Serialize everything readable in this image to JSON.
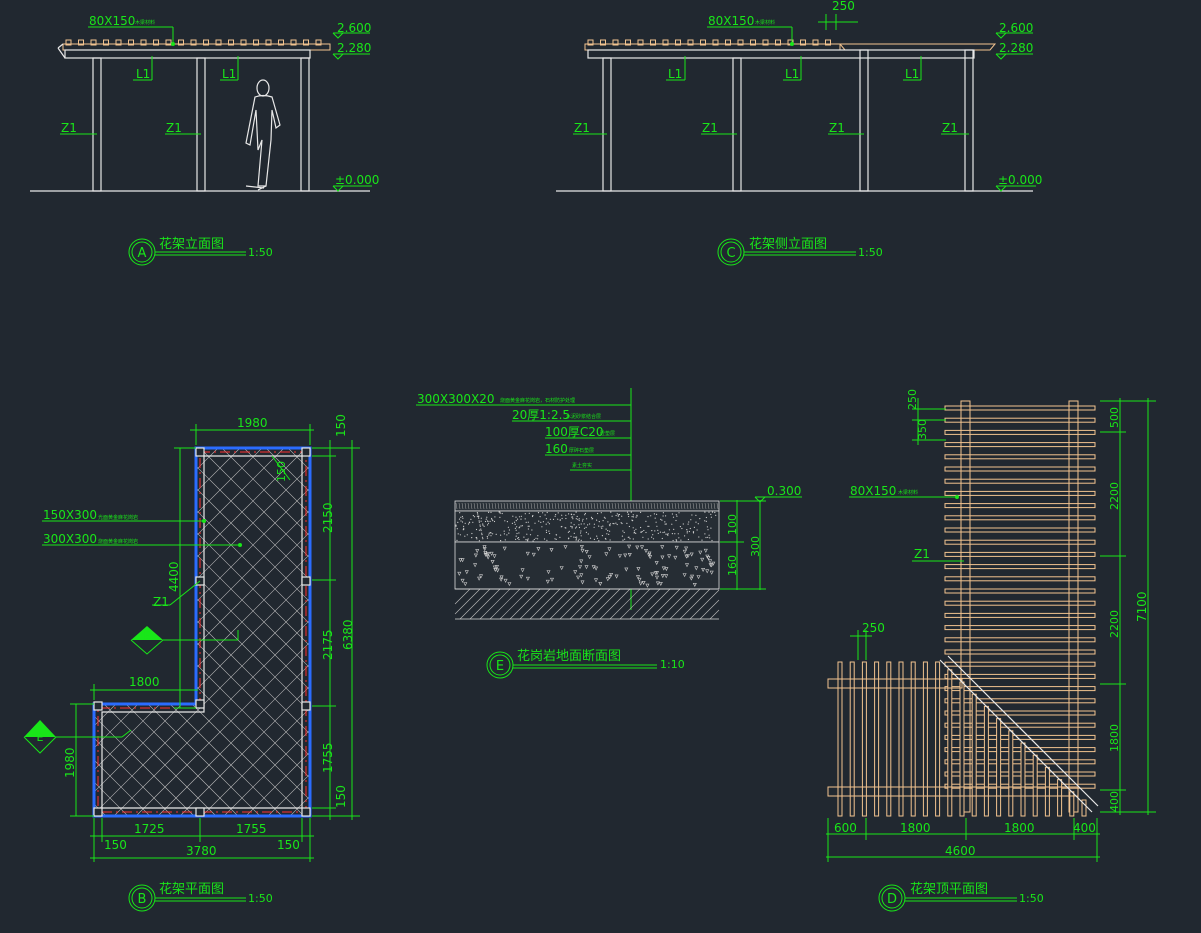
{
  "titles": {
    "A": {
      "label": "A",
      "name": "花架立面图",
      "scale": "1:50"
    },
    "C": {
      "label": "C",
      "name": "花架侧立面图",
      "scale": "1:50"
    },
    "B": {
      "label": "B",
      "name": "花架平面图",
      "scale": "1:50"
    },
    "E": {
      "label": "E",
      "name": "花岗岩地面断面图",
      "scale": "1:10"
    },
    "D": {
      "label": "D",
      "name": "花架顶平面图",
      "scale": "1:50"
    }
  },
  "elevA": {
    "beam_note": "80X150",
    "beam_note_cn": "木梁材料",
    "lv1": "2.600",
    "lv2": "2.280",
    "lv0": "±0.000",
    "L1a": "L1",
    "L1b": "L1",
    "Z1a": "Z1",
    "Z1b": "Z1"
  },
  "elevC": {
    "beam_note": "80X150",
    "beam_note_cn": "木梁材料",
    "dim_250": "250",
    "lv1": "2.600",
    "lv2": "2.280",
    "lv0": "±0.000",
    "L1a": "L1",
    "L1b": "L1",
    "L1c": "L1",
    "Z1a": "Z1",
    "Z1b": "Z1",
    "Z1c": "Z1",
    "Z1d": "Z1"
  },
  "planB": {
    "d_1980_top": "1980",
    "d_150_tr": "150",
    "d_150_col": "150",
    "d_2150": "2150",
    "d_2175": "2175",
    "d_1755": "1755",
    "d_150_br": "150",
    "d_6380": "6380",
    "d_4400": "4400",
    "d_1980_left": "1980",
    "d_1800": "1800",
    "d_1725": "1725",
    "d_1755_b": "1755",
    "d_150_bl": "150",
    "d_3780": "3780",
    "d_150_bb": "150",
    "note1": "150X300",
    "note1_cn": "光面黄金麻花岗岩",
    "note2": "300X300",
    "note2_cn": "烧面黄金麻花岗岩",
    "z1": "Z1",
    "sec1": "E",
    "sec2": "E"
  },
  "sectionE": {
    "n1": "300X300X20",
    "n1_cn": "烧面黄金麻花岗岩，石材防护处理",
    "n2": "20厚1:2.5",
    "n2_cn": "水泥砂浆结合层",
    "n3": "100厚C20",
    "n3_cn": "砼垫层",
    "n4": "160",
    "n4_cn": "厚碎石垫层",
    "n5_cn": "素土夯实",
    "lv": "0.300",
    "d100": "100",
    "d160": "160",
    "d300": "300"
  },
  "topD": {
    "d_250_tl": "250",
    "d_350": "350",
    "d_500": "500",
    "d_2200a": "2200",
    "d_2200b": "2200",
    "d_1800_v": "1800",
    "d_400_v": "400",
    "d_7100": "7100",
    "note": "80X150",
    "note_cn": "木梁材料",
    "z1": "Z1",
    "d_250_mid": "250",
    "d_600": "600",
    "d_1800a": "1800",
    "d_1800b": "1800",
    "d_400": "400",
    "d_4600": "4600"
  }
}
